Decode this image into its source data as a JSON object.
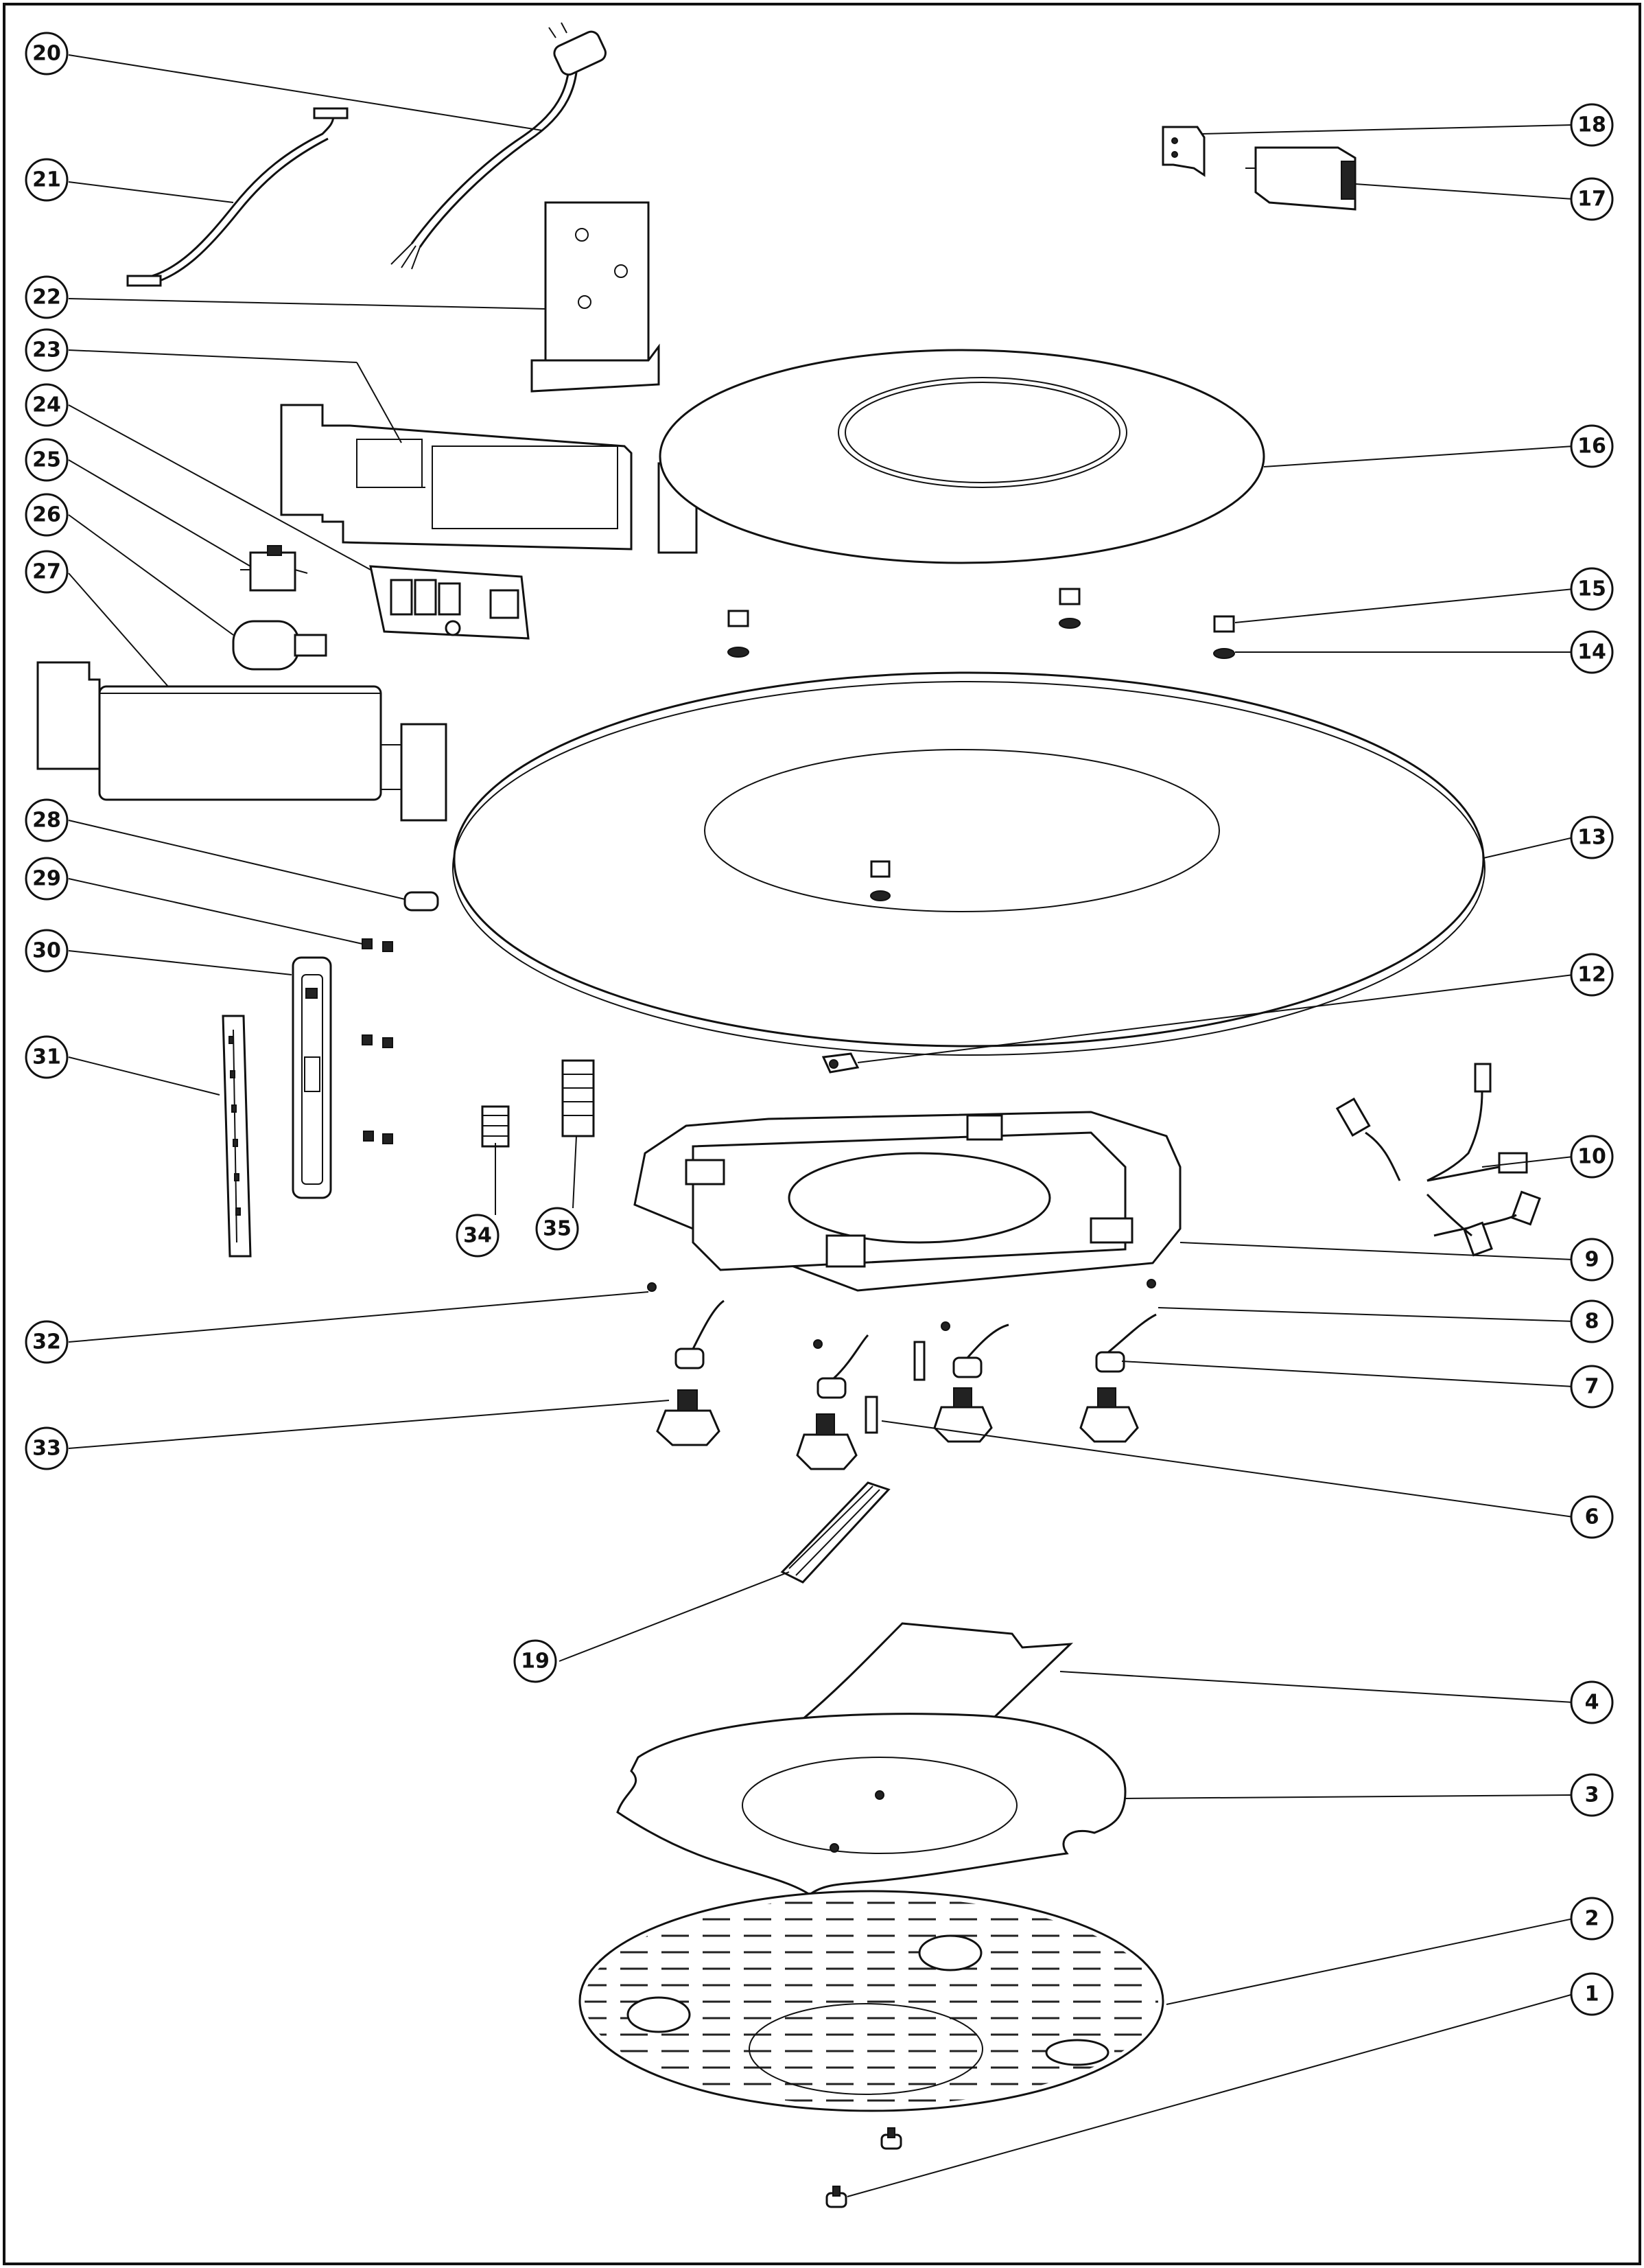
{
  "labels": [
    "1",
    "2",
    "3",
    "4",
    "6",
    "7",
    "8",
    "9",
    "10",
    "12",
    "13",
    "14",
    "15",
    "16",
    "17",
    "18",
    "19",
    "20",
    "21",
    "22",
    "23",
    "24",
    "25",
    "26",
    "27",
    "28",
    "29",
    "30",
    "31",
    "32",
    "33",
    "34",
    "35"
  ]
}
